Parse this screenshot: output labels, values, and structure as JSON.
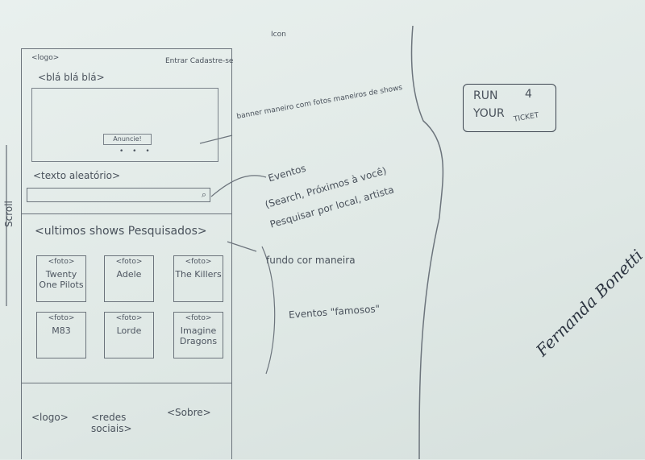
{
  "top_label": "Icon",
  "header": {
    "logo": "<logo>",
    "links": "Entrar Cadastre-se",
    "tagline": "<blá blá blá>"
  },
  "banner": {
    "button": "Anuncie!",
    "dots": "• • •"
  },
  "random_text": "<texto aleatório>",
  "search": {
    "icon": "magnifier-icon"
  },
  "recent": {
    "title": "<ultimos shows Pesquisados>",
    "photo_label": "<foto>",
    "cards": [
      "Twenty One Pilots",
      "Adele",
      "The Killers",
      "M83",
      "Lorde",
      "Imagine Dragons"
    ]
  },
  "footer": {
    "logo": "<logo>",
    "social": "<redes sociais>",
    "about": "<Sobre>"
  },
  "annotations": {
    "banner": "banner maneiro com fotos maneiros de shows",
    "events_1": "Eventos",
    "events_2": "(Search, Próximos à você)",
    "events_3": "Pesquisar por local, artista",
    "bg": "fundo cor maneira",
    "famous": "Eventos \"famosos\"",
    "side": "Scroll"
  },
  "ticket": {
    "run": "RUN",
    "four": "4",
    "your": "YOUR",
    "ticket": "TICKET"
  },
  "signature": "Fernanda Bonetti"
}
